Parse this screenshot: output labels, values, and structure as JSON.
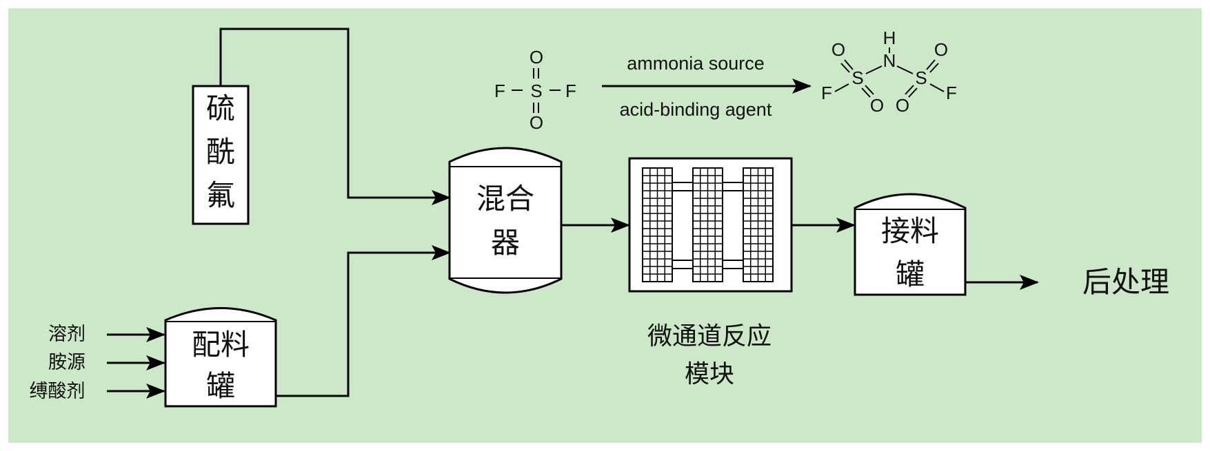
{
  "sulfuryl_fluoride_label": [
    "硫",
    "酰",
    "氟"
  ],
  "mixer_label": [
    "混合",
    "器"
  ],
  "prep_tank_label": [
    "配料",
    "罐"
  ],
  "receiving_tank_label": [
    "接料",
    "罐"
  ],
  "inputs": [
    "溶剂",
    "胺源",
    "缚酸剂"
  ],
  "reactor_label": [
    "微通道反应",
    "模块"
  ],
  "post_treatment": "后处理",
  "reaction": {
    "above_arrow": "ammonia source",
    "below_arrow": "acid-binding agent"
  },
  "reactant_atoms": {
    "F_left": "F",
    "S": "S",
    "F_right": "F",
    "O_top": "O",
    "O_bottom": "O"
  },
  "product_atoms": {
    "H": "H",
    "N": "N",
    "S1": "S",
    "S2": "S",
    "O1": "O",
    "O2": "O",
    "O3": "O",
    "O4": "O",
    "F1": "F",
    "F2": "F"
  }
}
